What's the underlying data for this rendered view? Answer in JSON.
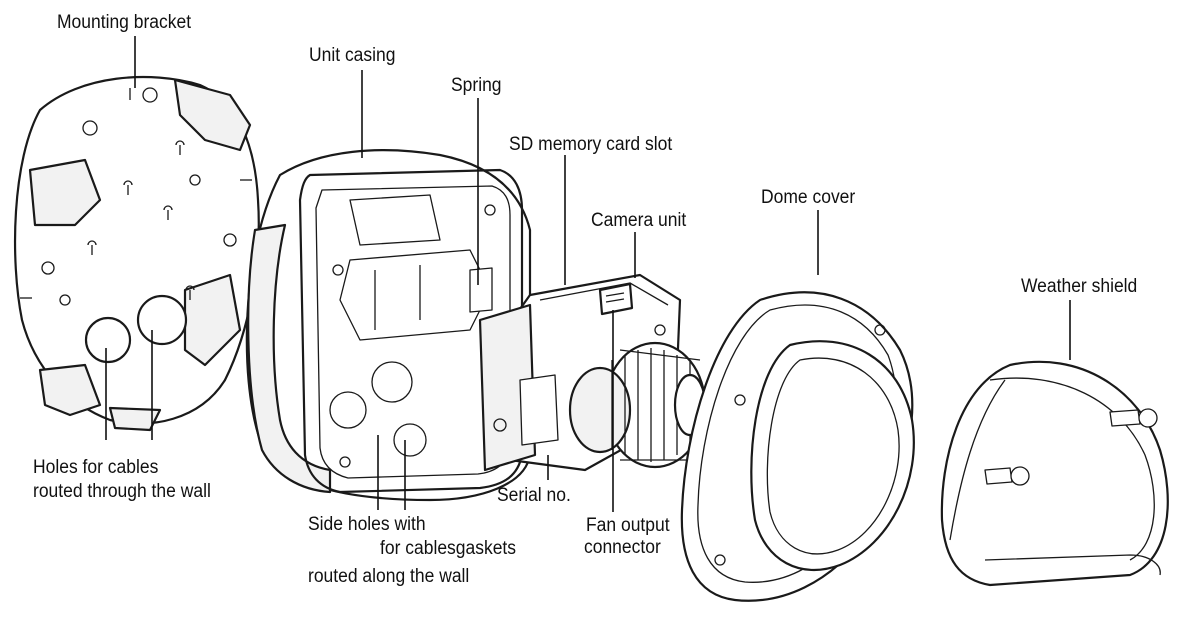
{
  "labels": {
    "mounting_bracket": "Mounting bracket",
    "unit_casing": "Unit casing",
    "spring": "Spring",
    "sd_slot": "SD memory card slot",
    "camera_unit": "Camera unit",
    "dome_cover": "Dome cover",
    "weather_shield": "Weather shield",
    "holes_line1": "Holes for cables",
    "holes_line2": "routed through the wall",
    "serial_no": "Serial no.",
    "side_holes_line1": "Side holes with",
    "side_holes_line2": "for cablesgaskets",
    "side_holes_line3": "routed along the wall",
    "fan_line1": "Fan output",
    "fan_line2": "connector"
  }
}
